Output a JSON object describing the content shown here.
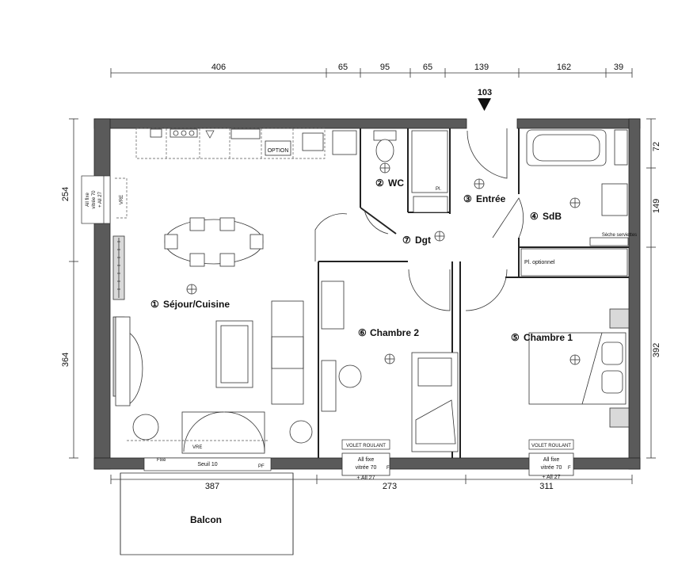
{
  "dimensions": {
    "top": [
      "406",
      "65",
      "95",
      "65",
      "139",
      "162",
      "39"
    ],
    "bottom": [
      "387",
      "273",
      "311"
    ],
    "left": [
      "254",
      "364"
    ],
    "right": [
      "72",
      "149",
      "392"
    ],
    "entrance": "103"
  },
  "rooms": {
    "sejour": {
      "num": "①",
      "label": "Séjour/Cuisine"
    },
    "wc": {
      "num": "②",
      "label": "WC"
    },
    "entree": {
      "num": "③",
      "label": "Entrée"
    },
    "sdb": {
      "num": "④",
      "label": "SdB"
    },
    "chambre1": {
      "num": "⑤",
      "label": "Chambre 1"
    },
    "chambre2": {
      "num": "⑥",
      "label": "Chambre 2"
    },
    "dgt": {
      "num": "⑦",
      "label": "Dgt"
    },
    "balcon": {
      "label": "Balcon"
    }
  },
  "annotations": {
    "left_window_1": "All fixe",
    "left_window_2": "vitrée 70",
    "left_window_3": "+ All 27",
    "vre_left": "VRE",
    "vre_bottom": "VRE",
    "fixe": "Fixe",
    "seuil": "Seuil 10",
    "pf": "PF",
    "option": "OPTION",
    "pl_wc": "Pl.",
    "pl_optionnel": "Pl. optionnel",
    "seche": "Sèche serviettes",
    "volet_1": "VOLET ROULANT",
    "volet_2": "VOLET ROULANT",
    "win2_l1": "All fixe",
    "win2_l2": "vitrée 70",
    "win2_f": "F",
    "win2_l3": "+ All 27",
    "win3_l1": "All fixe",
    "win3_l2": "vitrée 70",
    "win3_f": "F",
    "win3_l3": "+ All 27"
  }
}
